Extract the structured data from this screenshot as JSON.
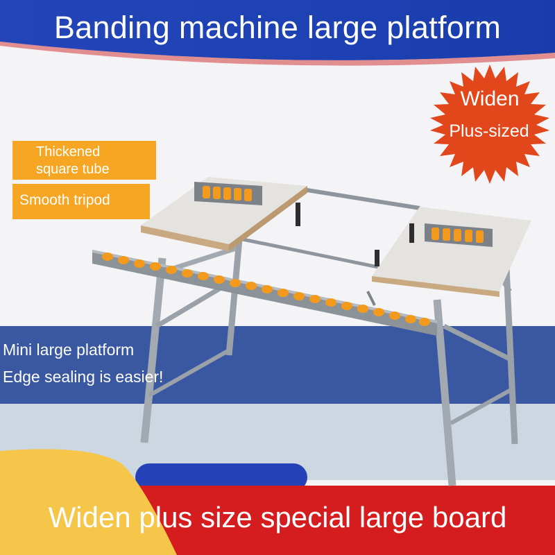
{
  "title": "Banding machine large platform",
  "tags": {
    "thickened_line1": "Thickened",
    "thickened_line2": "square tube",
    "tripod": "Smooth tripod"
  },
  "badge": {
    "line1": "Widen",
    "line2": "Plus-sized"
  },
  "middle": {
    "line1": "Mini large platform",
    "line2": "Edge sealing is easier!"
  },
  "bottom_title": "Widen plus size special large board",
  "colors": {
    "banner_blue": "#1f43b6",
    "middle_blue": "#3a58a2",
    "badge_red": "#e2461b",
    "tag_orange": "#f6a623",
    "bottom_red": "#d51d1f",
    "bottom_yellow": "#f5c64a"
  }
}
